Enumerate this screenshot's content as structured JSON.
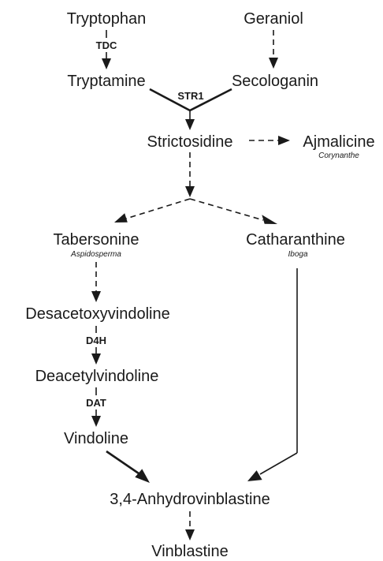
{
  "compounds": {
    "tryptophan": "Tryptophan",
    "geraniol": "Geraniol",
    "tryptamine": "Tryptamine",
    "secologanin": "Secologanin",
    "strictosidine": "Strictosidine",
    "ajmalicine": "Ajmalicine",
    "tabersonine": "Tabersonine",
    "catharanthine": "Catharanthine",
    "desacetoxyvindoline": "Desacetoxyvindoline",
    "deacetylvindoline": "Deacetylvindoline",
    "vindoline": "Vindoline",
    "anhydrovinblastine": "3,4-Anhydrovinblastine",
    "vinblastine": "Vinblastine"
  },
  "enzymes": {
    "tdc": "TDC",
    "str1": "STR1",
    "d4h": "D4H",
    "dat": "DAT"
  },
  "alkaloid_families": {
    "corynanthe": "Corynanthe",
    "aspidosperma": "Aspidosperma",
    "iboga": "Iboga"
  },
  "colors": {
    "ink": "#1a1a1a",
    "background": "#ffffff"
  }
}
